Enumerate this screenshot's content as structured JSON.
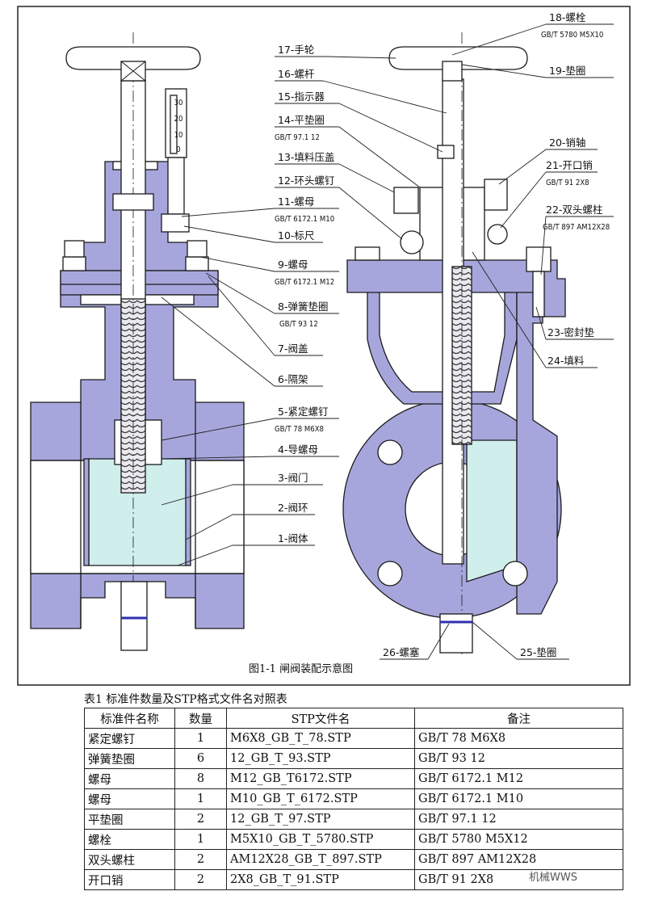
{
  "figure": {
    "caption": "图1-1 闸阀装配示意图",
    "callouts": [
      {
        "label": "1-阀体",
        "sub": ""
      },
      {
        "label": "2-阀环",
        "sub": ""
      },
      {
        "label": "3-阀门",
        "sub": ""
      },
      {
        "label": "4-导螺母",
        "sub": ""
      },
      {
        "label": "5-紧定螺钉",
        "sub": "GB/T 78 M6X8"
      },
      {
        "label": "6-隔架",
        "sub": ""
      },
      {
        "label": "7-阀盖",
        "sub": ""
      },
      {
        "label": "8-弹簧垫圈",
        "sub": "GB/T 93 12"
      },
      {
        "label": "9-螺母",
        "sub": "GB/T 6172.1 M12"
      },
      {
        "label": "10-标尺",
        "sub": ""
      },
      {
        "label": "11-螺母",
        "sub": "GB/T 6172.1 M10"
      },
      {
        "label": "12-环头螺钉",
        "sub": ""
      },
      {
        "label": "13-填料压盖",
        "sub": ""
      },
      {
        "label": "14-平垫圈",
        "sub": "GB/T 97.1 12"
      },
      {
        "label": "15-指示器",
        "sub": ""
      },
      {
        "label": "16-螺杆",
        "sub": ""
      },
      {
        "label": "17-手轮",
        "sub": ""
      },
      {
        "label": "18-螺栓",
        "sub": "GB/T 5780 M5X10"
      },
      {
        "label": "19-垫圈",
        "sub": ""
      },
      {
        "label": "20-销轴",
        "sub": ""
      },
      {
        "label": "21-开口销",
        "sub": "GB/T 91 2X8"
      },
      {
        "label": "22-双头螺柱",
        "sub": "GB/T 897 AM12X28"
      },
      {
        "label": "23-密封垫",
        "sub": ""
      },
      {
        "label": "24-填料",
        "sub": ""
      },
      {
        "label": "25-垫圈",
        "sub": ""
      },
      {
        "label": "26-螺塞",
        "sub": ""
      }
    ],
    "scale_ticks": [
      "30",
      "20",
      "10",
      "0"
    ]
  },
  "table": {
    "caption": "表1 标准件数量及STP格式文件名对照表",
    "headers": [
      "标准件名称",
      "数量",
      "STP文件名",
      "备注"
    ],
    "rows": [
      [
        "紧定螺钉",
        "1",
        "M6X8_GB_T_78.STP",
        "GB/T 78 M6X8"
      ],
      [
        "弹簧垫圈",
        "6",
        "12_GB_T_93.STP",
        "GB/T 93 12"
      ],
      [
        "螺母",
        "8",
        "M12_GB_T6172.STP",
        "GB/T 6172.1 M12"
      ],
      [
        "螺母",
        "1",
        "M10_GB_T_6172.STP",
        "GB/T 6172.1 M10"
      ],
      [
        "平垫圈",
        "2",
        "12_GB_T_97.STP",
        "GB/T 97.1 12"
      ],
      [
        "螺栓",
        "1",
        "M5X10_GB_T_5780.STP",
        "GB/T 5780 M5X12"
      ],
      [
        "双头螺柱",
        "2",
        "AM12X28_GB_T_897.STP",
        "GB/T 897 AM12X28"
      ],
      [
        "开口销",
        "2",
        "2X8_GB_T_91.STP",
        "GB/T 91 2X8"
      ]
    ]
  },
  "watermark": "机械WWS",
  "colors": {
    "body": "#a7a6dc",
    "gate": "#cfeeec",
    "line": "#1a1a1a"
  }
}
